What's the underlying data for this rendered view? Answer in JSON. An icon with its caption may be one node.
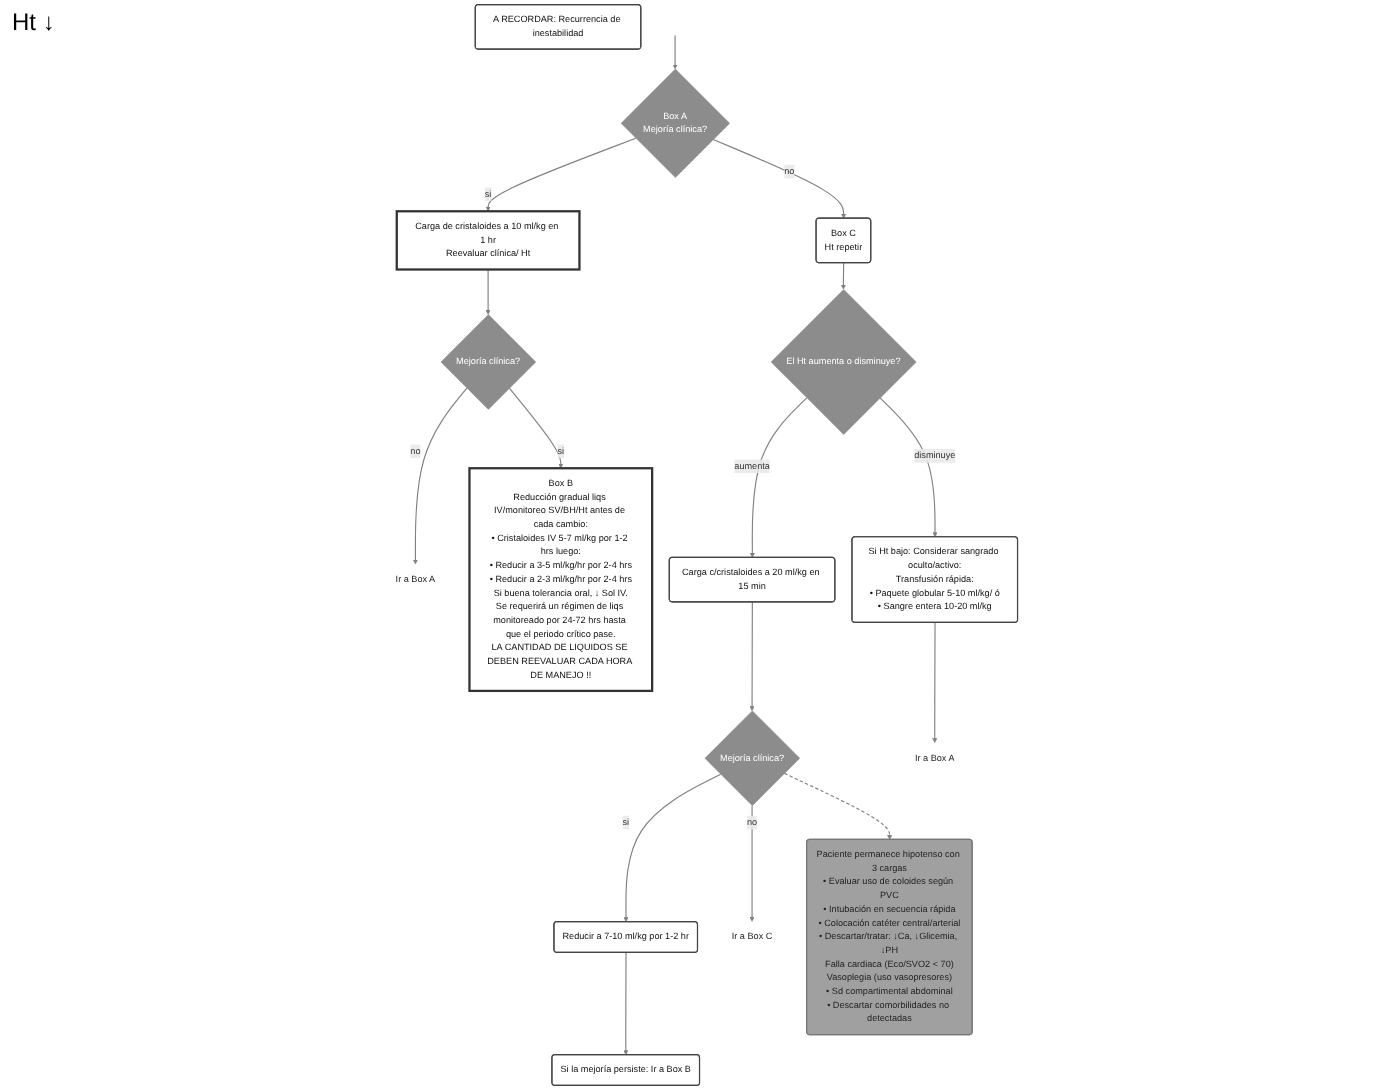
{
  "diagram": {
    "nodes": [
      {
        "text": [
          "Box A",
          "Mejoría clínica?"
        ]
      },
      {
        "text": [
          "Box C",
          "Ht repetir"
        ]
      },
      {
        "text": [
          "Carga de cristaloides a 10 ml/kg en 1 hr",
          "Reevaluar clínica/ Ht"
        ]
      },
      {
        "text": [
          "El Ht aumenta o disminuye?"
        ]
      },
      {
        "text": [
          "Carga c/cristaloides a 20 ml/kg en 15 min"
        ]
      },
      {
        "text": [
          "Mejoría clínica?"
        ]
      },
      {
        "text": [
          "Ir a Box A"
        ]
      },
      {
        "text": [
          "Box B",
          "Reducción gradual liqs IV/monitoreo SV/BH/Ht antes de cada cambio:",
          "• Cristaloides IV 5-7 ml/kg por 1-2 hrs luego:",
          "• Reducir a 3-5 ml/kg/hr por 2-4 hrs",
          "• Reducir a 2-3 ml/kg/hr por 2-4 hrs",
          "Si buena tolerancia oral, ↓ Sol IV.",
          "Se requerirá un régimen de liqs monitoreado por 24-72 hrs hasta que el periodo crítico pase.",
          "LA CANTIDAD DE LIQUIDOS SE DEBEN REEVALUAR CADA HORA DE MANEJO !!"
        ]
      },
      {
        "text": [
          "Mejoría clínica?"
        ]
      },
      {
        "text": [
          "Reducir a 7-10 ml/kg por 1-2 hr"
        ]
      },
      {
        "text": [
          "Ir a Box C"
        ]
      },
      {
        "text": [
          "Si la mejoría persiste: Ir a Box B"
        ]
      },
      {
        "text": [
          "Si Ht bajo: Considerar sangrado oculto/activo:",
          "Transfusión rápida:",
          "• Paquete globular 5-10 ml/kg/ ó",
          "• Sangre entera 10-20 ml/kg"
        ]
      },
      {
        "text": [
          "Ir a Box A"
        ]
      },
      {
        "text": [
          "Paciente permanece hipotenso con 3 cargas",
          "• Evaluar uso de coloides según PVC",
          "• Intubación en secuencia rápida",
          "• Colocación catéter central/arterial",
          "• Descartar/tratar: ↓Ca, ↓Glicemia, ↓PH",
          "Falla cardiaca (Eco/SVO2 < 70)",
          "Vasoplegia (uso vasopresores)",
          "• Sd compartimental abdominal",
          "• Descartar comorbilidades no detectadas"
        ]
      },
      {
        "text": [
          "A RECORDAR: Recurrencia de inestabilidad"
        ]
      }
    ],
    "edges": [
      {
        "from": null,
        "to": 0,
        "arrow": "to"
      },
      {
        "from": 0,
        "to": 2,
        "arrow": "to",
        "label": "si"
      },
      {
        "from": 0,
        "to": 1,
        "arrow": "to",
        "label": "no"
      },
      {
        "from": 1,
        "to": 3,
        "arrow": "to"
      },
      {
        "from": 3,
        "to": 4,
        "arrow": "to",
        "label": "aumenta"
      },
      {
        "from": 3,
        "to": 12,
        "arrow": "to",
        "label": "disminuye"
      },
      {
        "from": 2,
        "to": 5,
        "arrow": "to"
      },
      {
        "from": 5,
        "to": 6,
        "arrow": "to",
        "label": "no"
      },
      {
        "from": 5,
        "to": 7,
        "arrow": "to",
        "label": "si"
      },
      {
        "from": 4,
        "to": 8,
        "arrow": "to"
      },
      {
        "from": 8,
        "to": 9,
        "arrow": "to",
        "label": "si"
      },
      {
        "from": 8,
        "to": 10,
        "arrow": "to",
        "label": "no"
      },
      {
        "from": 8,
        "to": 14,
        "arrow": "to",
        "style": "dashed"
      },
      {
        "from": 9,
        "to": 11,
        "arrow": "to"
      },
      {
        "from": 12,
        "to": 13,
        "arrow": "to"
      }
    ],
    "labels": [
      "Ht ↓"
    ]
  }
}
